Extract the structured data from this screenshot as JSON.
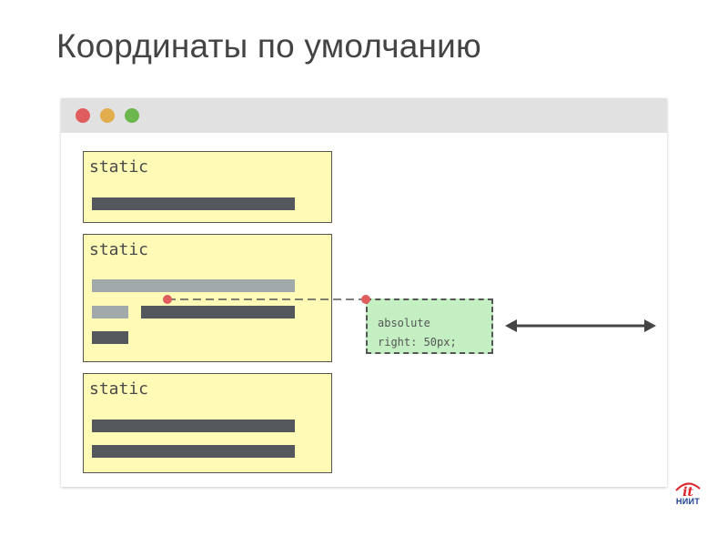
{
  "title": "Координаты по умолчанию",
  "window": {
    "dots": [
      {
        "name": "close",
        "color": "#e05d5d"
      },
      {
        "name": "minimize",
        "color": "#e2ad4c"
      },
      {
        "name": "maximize",
        "color": "#6cb64e"
      }
    ]
  },
  "boxes": [
    {
      "label": "static"
    },
    {
      "label": "static"
    },
    {
      "label": "static"
    }
  ],
  "absolute_box": {
    "line1": "absolute",
    "line2": "right: 50px;"
  },
  "colors": {
    "static_fill": "#fffbb7",
    "absolute_fill": "#c4efc2",
    "dark_bar": "#54585c",
    "light_bar": "#a2a9ab",
    "marker": "#e05d5d"
  },
  "logo": {
    "mark": "it",
    "name": "НИИТ"
  }
}
